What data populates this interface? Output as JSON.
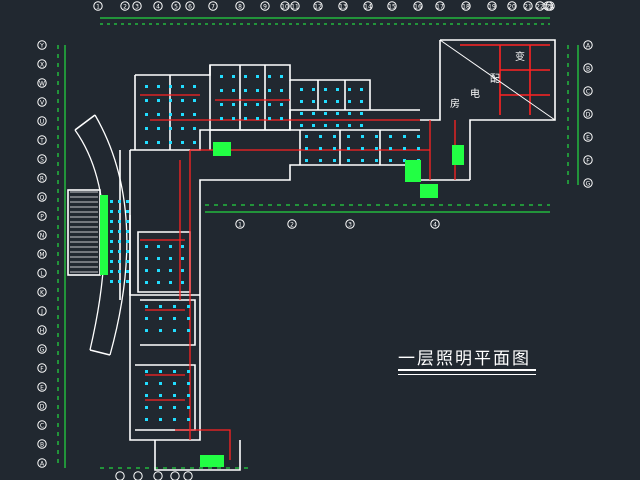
{
  "drawing": {
    "title": "一层照明平面图",
    "room_labels": [
      "变",
      "配",
      "电",
      "房"
    ],
    "colors": {
      "background": "#212830",
      "wall": "#ffffff",
      "dimension": "#22ff44",
      "lighting_circuit": "#ff2222",
      "fixture": "#22ddff",
      "axis_bubble": "#22ff44"
    },
    "top_axis_labels": [
      "1",
      "2",
      "3",
      "4",
      "5",
      "6",
      "7",
      "8",
      "9",
      "10",
      "11",
      "12",
      "13",
      "14",
      "15",
      "16",
      "17",
      "18",
      "19",
      "20",
      "21",
      "22",
      "23",
      "24"
    ],
    "left_axis_labels": [
      "Y",
      "X",
      "W",
      "V",
      "U",
      "T",
      "S",
      "R",
      "Q",
      "P",
      "N",
      "M",
      "L",
      "K",
      "J",
      "H",
      "G",
      "F",
      "E",
      "D",
      "C",
      "B",
      "A"
    ],
    "right_axis_labels": [
      "A",
      "B",
      "C",
      "D",
      "E",
      "F",
      "G"
    ],
    "bottom_axis_labels": [
      "1",
      "2",
      "3",
      "4"
    ]
  }
}
